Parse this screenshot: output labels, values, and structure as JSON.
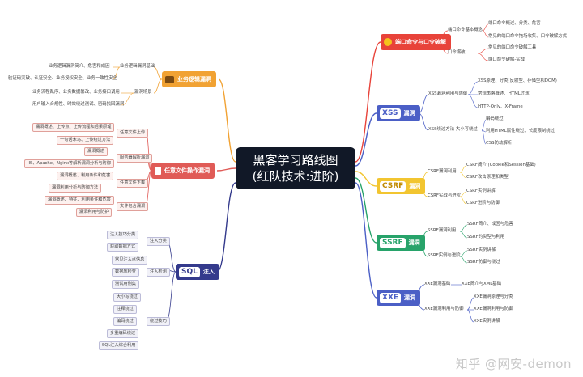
{
  "center": {
    "line1": "黑客学习路线图",
    "line2": "(红队技术:进阶)"
  },
  "watermark": "知乎 @网安-demon",
  "colors": {
    "red": "#e8433a",
    "orange": "#f1a233",
    "blue": "#4b5fc6",
    "yellow": "#f2c530",
    "green": "#27a36a",
    "navy": "#343a8c",
    "pink": "#e05b57",
    "brown": "#c88a2c"
  },
  "port": {
    "title": "端口命令与口令破解",
    "sub1": "端口命令基本概念",
    "sub1_items": [
      "端口命令概述、分类、危害",
      "常见的端口命令拖场收集、口令破解方式"
    ],
    "sub2": "口令爆破",
    "sub2_items": [
      "常见的端口命令破解工具",
      "端口命令破解-实战"
    ]
  },
  "xss": {
    "title": "XSS",
    "tag": "漏洞",
    "sub1": "XSS漏洞利用与防御",
    "sub1_items": [
      "XSS原理、分类(反射型、存储型和DOM)",
      "常规策略概述、HTML过滤",
      "HTTP-Only、X-Frame"
    ],
    "sub2": "XSS绕过方法 大小写绕过",
    "sub2_items": [
      "编码绕过",
      "利用HTML属性绕过、长度限制绕过",
      "CSS防劫解析"
    ]
  },
  "csrf": {
    "title": "CSRF",
    "tag": "漏洞",
    "sub1": "CSRF漏洞利用",
    "sub1_items": [
      "CSRF简介 (Cookie和Session基础)",
      "CSRF攻击原理和类型"
    ],
    "sub2": "CSRF实战与进阶",
    "sub2_items": [
      "CSRF实例讲解",
      "CSRF进阶与防御"
    ]
  },
  "ssrf": {
    "title": "SSRF",
    "tag": "漏洞",
    "sub1": "SSRF漏洞利用",
    "sub1_items": [
      "SSRF简介、成因与危害",
      "SSRF的类型与利用"
    ],
    "sub2": "SSRF实例与进阶",
    "sub2_items": [
      "SSRF实例讲解",
      "SSRF防御与绕过"
    ]
  },
  "xxe": {
    "title": "XXE",
    "tag": "漏洞",
    "sub1": "XXE漏洞基础",
    "sub1_items": [
      "XXE简介与XML基础"
    ],
    "sub2": "XXE漏洞利用与防御",
    "sub2_items": [
      "XXE漏洞原理与分类",
      "XXE漏洞利用与防御",
      "XXE实例讲解"
    ]
  },
  "biz": {
    "title": "业务逻辑漏洞",
    "sub1": "业务逻辑漏洞基础",
    "sub1_items": [
      "业务逻辑漏洞简介、危害和成因",
      "验证码突破、认证安全、业务授权安全、业务一致性安全"
    ],
    "sub2": "漏洞场景",
    "sub2_items": [
      "业务流程乱序、业务数据篡改、业务接口调用",
      "用户输入合规性、时效绕过测试、密码找回漏洞"
    ]
  },
  "file": {
    "title": "任意文件操作漏洞",
    "sub1": "任意文件上传",
    "sub1_items": [
      "漏洞概述、上传点、上传流程和后果原理",
      "一句话木马、上传绕过方法"
    ],
    "sub2": "服务器解析漏洞",
    "sub2_items": [
      "漏洞概述",
      "IIS、Apache、Nginx等解析漏洞分析与防御"
    ],
    "sub3": "任意文件下载",
    "sub3_items": [
      "漏洞概述、利用条件和危害",
      "漏洞利用分析与防御方法"
    ],
    "sub4": "文件包含漏洞",
    "sub4_items": [
      "漏洞概述、特征、利用条件和危害",
      "漏洞利用与防护"
    ]
  },
  "sql": {
    "title": "SQL",
    "tag": "注入",
    "sub1": "注入分类",
    "sub1_items": [
      "注入技巧分类",
      "获取数据方式"
    ],
    "sub2": "注入检测",
    "sub2_items": [
      "常见注入点信息",
      "数据库检查",
      "测试用例集"
    ],
    "sub3": "绕过技巧",
    "sub3_items": [
      "大小写绕过",
      "注释绕过",
      "编码绕过",
      "多重编码绕过",
      "SQL注入综合利用"
    ]
  }
}
